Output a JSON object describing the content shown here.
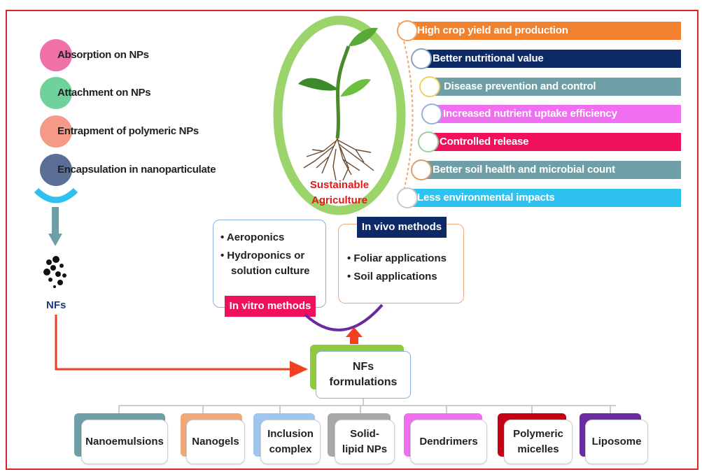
{
  "left_methods": [
    {
      "label": "Absorption on NPs",
      "color": "#f070a8"
    },
    {
      "label": "Attachment on NPs",
      "color": "#6fd29c"
    },
    {
      "label": "Entrapment of polymeric NPs",
      "color": "#f59a86"
    },
    {
      "label": "Encapsulation in nanoparticulate",
      "color": "#5a6e96"
    }
  ],
  "nfs_label": "NFs",
  "center": {
    "label_line1": "Sustainable",
    "label_line2": "Agriculture"
  },
  "benefits": [
    {
      "label": "High crop yield and production",
      "color": "#f0822f",
      "circle": "#f0a060"
    },
    {
      "label": "Better nutritional value",
      "color": "#0d2a66",
      "circle": "#8aa0c8"
    },
    {
      "label": "Disease prevention and control",
      "color": "#6e9fa6",
      "circle": "#f0d060"
    },
    {
      "label": "Increased nutrient uptake efficiency",
      "color": "#f06ef0",
      "circle": "#9ab0e0"
    },
    {
      "label": "Controlled release",
      "color": "#f0105c",
      "circle": "#9ad29c"
    },
    {
      "label": "Better soil health and microbial count",
      "color": "#6e9fa6",
      "circle": "#d8a070"
    },
    {
      "label": "Less environmental impacts",
      "color": "#2ec2f0",
      "circle": "#c8c8c8"
    }
  ],
  "in_vitro": {
    "tag": "In vitro methods",
    "items": [
      "Aeroponics",
      "Hydroponics or",
      "solution culture"
    ]
  },
  "in_vivo": {
    "tag": "In vivo methods",
    "items": [
      "Foliar applications",
      "Soil applications"
    ]
  },
  "formulations_box": {
    "line1": "NFs",
    "line2": "formulations"
  },
  "formulations": [
    {
      "line1": "Nanoemulsions",
      "line2": "",
      "color": "#6e9fa6"
    },
    {
      "line1": "Nanogels",
      "line2": "",
      "color": "#f0a878"
    },
    {
      "line1": "Inclusion",
      "line2": "complex",
      "color": "#9ec6ee"
    },
    {
      "line1": "Solid-",
      "line2": "lipid NPs",
      "color": "#a8a8a8"
    },
    {
      "line1": "Dendrimers",
      "line2": "",
      "color": "#f06ef0"
    },
    {
      "line1": "Polymeric",
      "line2": "micelles",
      "color": "#c40014"
    },
    {
      "line1": "Liposome",
      "line2": "",
      "color": "#6a2aa0"
    }
  ]
}
